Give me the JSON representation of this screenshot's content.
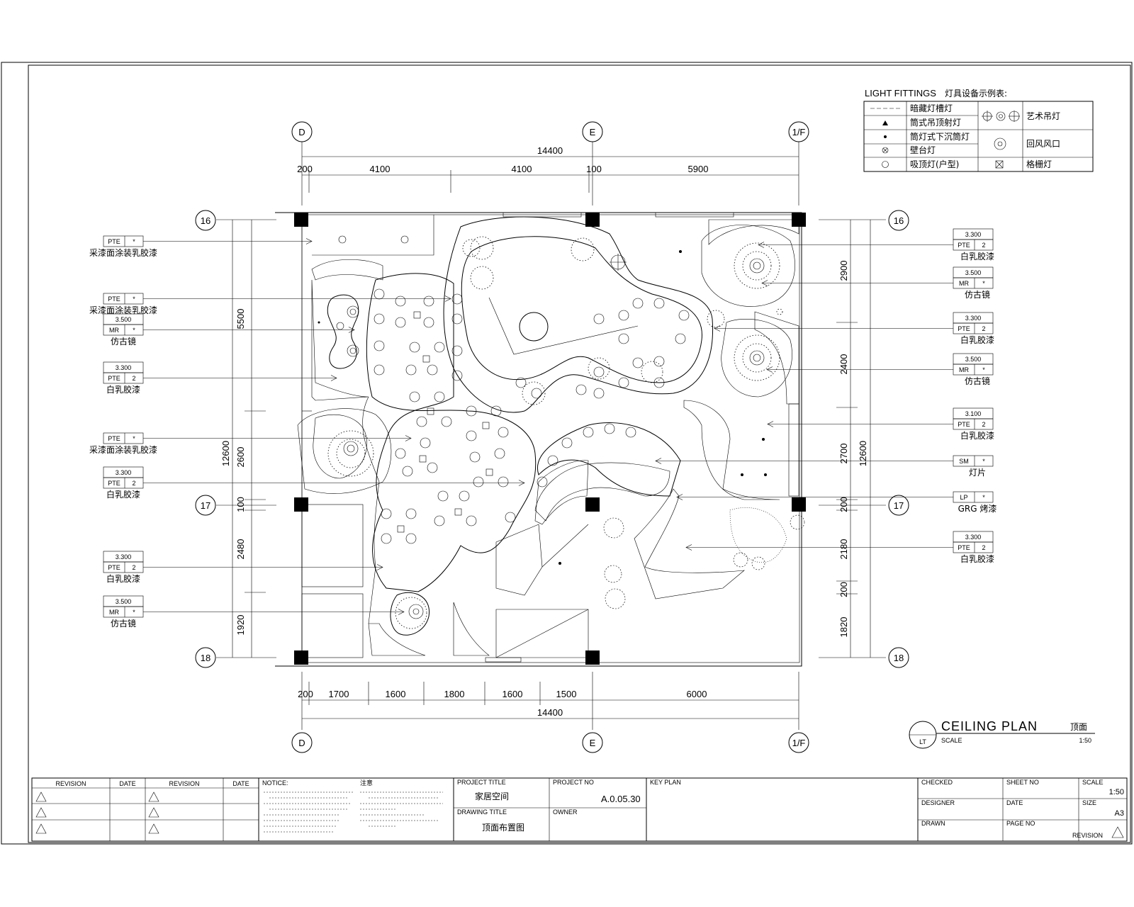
{
  "axes": {
    "top": [
      "D",
      "E",
      "1/F"
    ],
    "bottom": [
      "D",
      "E",
      "1/F"
    ],
    "left": [
      "16",
      "17",
      "18"
    ],
    "right": [
      "16",
      "17",
      "18"
    ]
  },
  "dims": {
    "top_total": "14400",
    "top_segments": [
      "200",
      "4100",
      "4100",
      "100",
      "5900"
    ],
    "bottom_total": "14400",
    "bottom_segments": [
      "200",
      "1700",
      "1600",
      "1800",
      "1600",
      "1500",
      "6000"
    ],
    "left_outer": "12600",
    "left_segments": [
      "5500",
      "2600",
      "100",
      "2480",
      "1920"
    ],
    "right_outer": "12600",
    "right_segments": [
      "2900",
      "2400",
      "2700",
      "200",
      "2180",
      "200",
      "1820"
    ]
  },
  "legend": {
    "title": "LIGHT FITTINGS",
    "title_cn": "灯具设备示例表:",
    "rows": [
      {
        "symbol": "line",
        "label": "暗藏灯槽灯"
      },
      {
        "symbol": "arrow",
        "label": "筒式吊顶射灯"
      },
      {
        "symbol": "dot",
        "label": "筒灯式下沉筒灯"
      },
      {
        "symbol": "circle-x",
        "label": "壁台灯"
      },
      {
        "symbol": "circle",
        "label": "吸顶灯(户型)"
      }
    ],
    "right_rows": [
      {
        "symbol": "art-lamps",
        "label": "艺术吊灯"
      },
      {
        "symbol": "circle-dot",
        "label": "回风风口"
      },
      {
        "symbol": "square-x",
        "label": "格栅灯"
      }
    ]
  },
  "left_tags": [
    {
      "top": "PTE",
      "code": "*",
      "text": "采漆面涂装乳胶漆"
    },
    {
      "top": "PTE",
      "code": "*",
      "text": "采漆面涂装乳胶漆"
    },
    {
      "height": "3.500",
      "top": "MR",
      "code": "*",
      "text": "仿古镜"
    },
    {
      "height": "3.300",
      "top": "PTE",
      "code": "2",
      "text": "白乳胶漆"
    },
    {
      "top": "PTE",
      "code": "*",
      "text": "采漆面涂装乳胶漆"
    },
    {
      "height": "3.300",
      "top": "PTE",
      "code": "2",
      "text": "白乳胶漆"
    },
    {
      "height": "3.300",
      "top": "PTE",
      "code": "2",
      "text": "白乳胶漆"
    },
    {
      "height": "3.500",
      "top": "MR",
      "code": "*",
      "text": "仿古镜"
    }
  ],
  "right_tags": [
    {
      "height": "3.300",
      "top": "PTE",
      "code": "2",
      "text": "白乳胶漆"
    },
    {
      "height": "3.500",
      "top": "MR",
      "code": "*",
      "text": "仿古镜"
    },
    {
      "height": "3.300",
      "top": "PTE",
      "code": "2",
      "text": "白乳胶漆"
    },
    {
      "height": "3.500",
      "top": "MR",
      "code": "*",
      "text": "仿古镜"
    },
    {
      "height": "3.100",
      "top": "PTE",
      "code": "2",
      "text": "白乳胶漆"
    },
    {
      "top": "SM",
      "code": "*",
      "text": "灯片"
    },
    {
      "top": "LP",
      "code": "*",
      "text": "GRG 烤漆"
    },
    {
      "height": "3.300",
      "top": "PTE",
      "code": "2",
      "text": "白乳胶漆"
    }
  ],
  "plan_title": {
    "badge": "LT",
    "title": "CEILING PLAN",
    "title_cn": "顶面",
    "scale_label": "SCALE",
    "scale_value": "1:50"
  },
  "titleblock": {
    "revision_header": "REVISION",
    "date_header": "DATE",
    "notice_label": "NOTICE:",
    "notice_cn": "注意",
    "project_title_label": "PROJECT TITLE",
    "project_title": "家居空间",
    "drawing_title_label": "DRAWING TITLE",
    "drawing_title": "顶面布置图",
    "project_no_label": "PROJECT NO",
    "project_no": "A.0.05.30",
    "owner_label": "OWNER",
    "key_plan_label": "KEY PLAN",
    "checked_label": "CHECKED",
    "designer_label": "DESIGNER",
    "drawn_label": "DRAWN",
    "sheet_no_label": "SHEET NO",
    "date_label": "DATE",
    "page_no_label": "PAGE NO",
    "scale_label": "SCALE",
    "scale": "1:50",
    "size_label": "SIZE",
    "size": "A3",
    "revision_footer": "REVISION"
  }
}
